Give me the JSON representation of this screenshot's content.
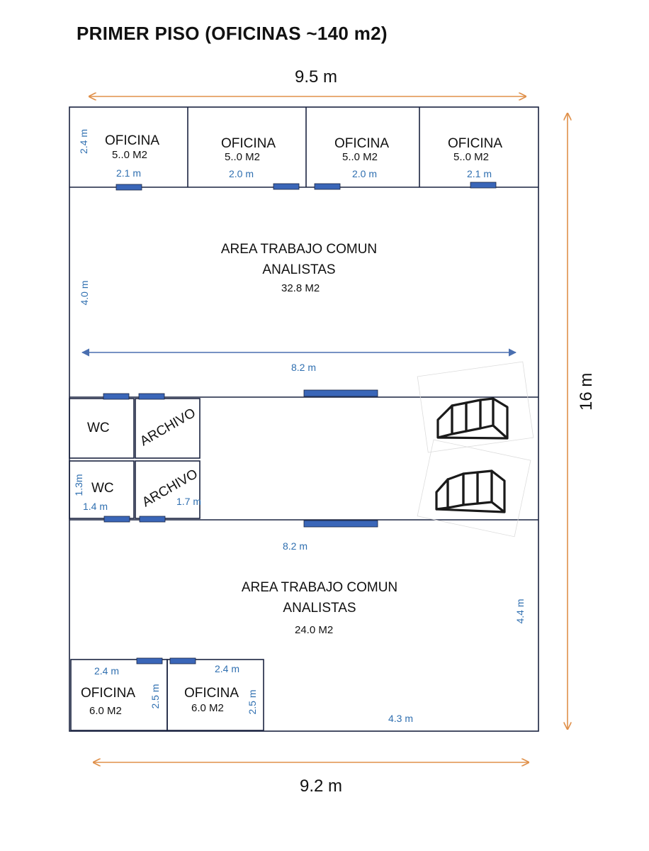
{
  "title": "PRIMER PISO (OFICINAS ~140 m2)",
  "dimensions": {
    "top_width": "9.5 m",
    "bottom_width": "9.2 m",
    "height": "16 m"
  },
  "offices_top": [
    {
      "name": "OFICINA",
      "area": "5..0 M2",
      "width": "2.1 m",
      "depth": "2.4 m"
    },
    {
      "name": "OFICINA",
      "area": "5..0 M2",
      "width": "2.0 m"
    },
    {
      "name": "OFICINA",
      "area": "5..0 M2",
      "width": "2.0 m"
    },
    {
      "name": "OFICINA",
      "area": "5..0 M2",
      "width": "2.1 m"
    }
  ],
  "work_area_top": {
    "name_line1": "AREA TRABAJO COMUN",
    "name_line2": "ANALISTAS",
    "area": "32.8 M2",
    "depth": "4.0 m",
    "width": "8.2 m"
  },
  "middle": {
    "wc1": "WC",
    "wc2": "WC",
    "archivo1": "ARCHIVO",
    "archivo2": "ARCHIVO",
    "wc_height": "1.3m",
    "wc_width": "1.4 m",
    "archivo_width": "1.7 m",
    "corridor_width": "8.2 m"
  },
  "work_area_bottom": {
    "name_line1": "AREA TRABAJO COMUN",
    "name_line2": "ANALISTAS",
    "area": "24.0 M2",
    "depth": "4.4 m",
    "width": "4.3 m"
  },
  "offices_bottom": [
    {
      "name": "OFICINA",
      "area": "6.0 M2",
      "width": "2.4 m",
      "depth": "2.5 m"
    },
    {
      "name": "OFICINA",
      "area": "6.0 M2",
      "width": "2.4 m",
      "depth": "2.5 m"
    }
  ],
  "colors": {
    "wall": "#1a2340",
    "door": "#3a66b8",
    "dimension_text": "#2f6fb0",
    "outer_dimension_arrow": "#e0904a",
    "inner_dimension_arrow": "#4a6fb0"
  }
}
